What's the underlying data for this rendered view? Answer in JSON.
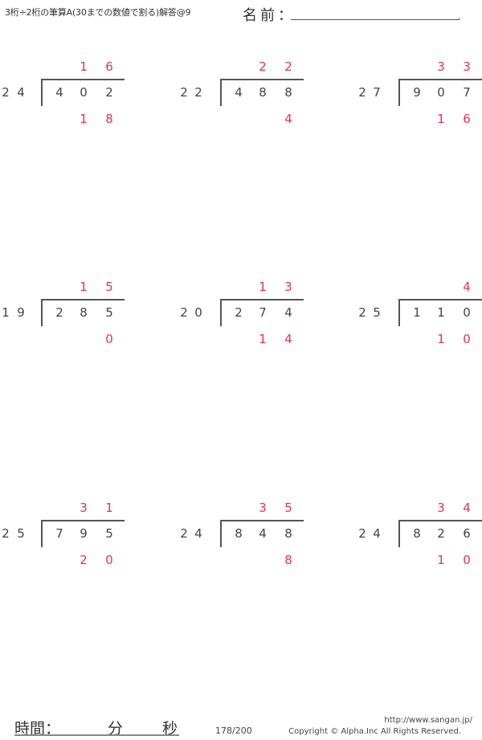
{
  "header": {
    "title": "3桁÷2桁の筆算A(30までの数値で割る)解答@9",
    "name_label": "名前：",
    "name_end_mark": "."
  },
  "colors": {
    "answer_red": "#e8304a",
    "text_gray": "#444444",
    "bracket": "#555555"
  },
  "problems": [
    {
      "divisor": [
        "2",
        "4"
      ],
      "dividend": [
        "4",
        "0",
        "2"
      ],
      "quotient": [
        "1",
        "6"
      ],
      "remainder": [
        "1",
        "8"
      ]
    },
    {
      "divisor": [
        "2",
        "2"
      ],
      "dividend": [
        "4",
        "8",
        "8"
      ],
      "quotient": [
        "2",
        "2"
      ],
      "remainder": [
        "",
        "4"
      ]
    },
    {
      "divisor": [
        "2",
        "7"
      ],
      "dividend": [
        "9",
        "0",
        "7"
      ],
      "quotient": [
        "3",
        "3"
      ],
      "remainder": [
        "1",
        "6"
      ]
    },
    {
      "divisor": [
        "1",
        "9"
      ],
      "dividend": [
        "2",
        "8",
        "5"
      ],
      "quotient": [
        "1",
        "5"
      ],
      "remainder": [
        "",
        "0"
      ]
    },
    {
      "divisor": [
        "2",
        "0"
      ],
      "dividend": [
        "2",
        "7",
        "4"
      ],
      "quotient": [
        "1",
        "3"
      ],
      "remainder": [
        "1",
        "4"
      ]
    },
    {
      "divisor": [
        "2",
        "5"
      ],
      "dividend": [
        "1",
        "1",
        "0"
      ],
      "quotient": [
        "",
        "4"
      ],
      "remainder": [
        "1",
        "0"
      ]
    },
    {
      "divisor": [
        "2",
        "5"
      ],
      "dividend": [
        "7",
        "9",
        "5"
      ],
      "quotient": [
        "3",
        "1"
      ],
      "remainder": [
        "2",
        "0"
      ]
    },
    {
      "divisor": [
        "2",
        "4"
      ],
      "dividend": [
        "8",
        "4",
        "8"
      ],
      "quotient": [
        "3",
        "5"
      ],
      "remainder": [
        "",
        "8"
      ]
    },
    {
      "divisor": [
        "2",
        "4"
      ],
      "dividend": [
        "8",
        "2",
        "6"
      ],
      "quotient": [
        "3",
        "4"
      ],
      "remainder": [
        "1",
        "0"
      ]
    }
  ],
  "footer": {
    "time_label": "時間：",
    "minutes_label": "分",
    "seconds_label": "秒",
    "page_number": "178/200",
    "url": "http://www.sangan.jp/",
    "copyright": "Copyright © Alpha.Inc All Rights Reserved."
  }
}
